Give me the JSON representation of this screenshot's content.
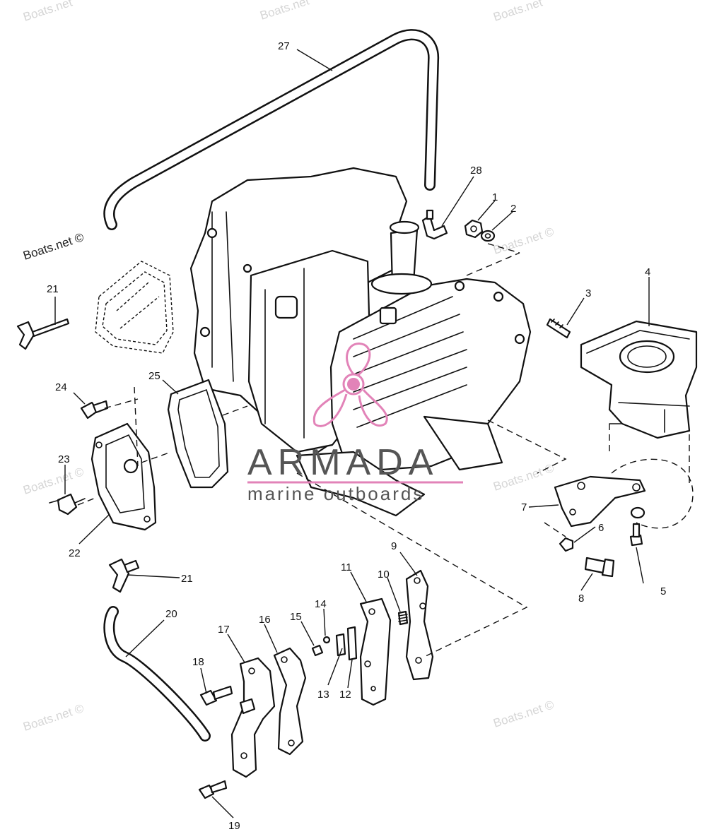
{
  "watermarks": {
    "boats_net": "Boats.net",
    "boats_net_copyright": "Boats.net ©"
  },
  "brand": {
    "name": "ARMADA",
    "tagline": "marine outboards",
    "logo_color": "#e283b8",
    "text_color": "#555555"
  },
  "callouts": {
    "c1": "1",
    "c2": "2",
    "c3": "3",
    "c4": "4",
    "c5": "5",
    "c6": "6",
    "c7": "7",
    "c8": "8",
    "c9": "9",
    "c10": "10",
    "c11": "11",
    "c12": "12",
    "c13": "13",
    "c14": "14",
    "c15": "15",
    "c16": "16",
    "c17": "17",
    "c18": "18",
    "c19": "19",
    "c20": "20",
    "c21a": "21",
    "c21b": "21",
    "c22": "22",
    "c23": "23",
    "c24": "24",
    "c25": "25",
    "c27": "27",
    "c28": "28"
  }
}
